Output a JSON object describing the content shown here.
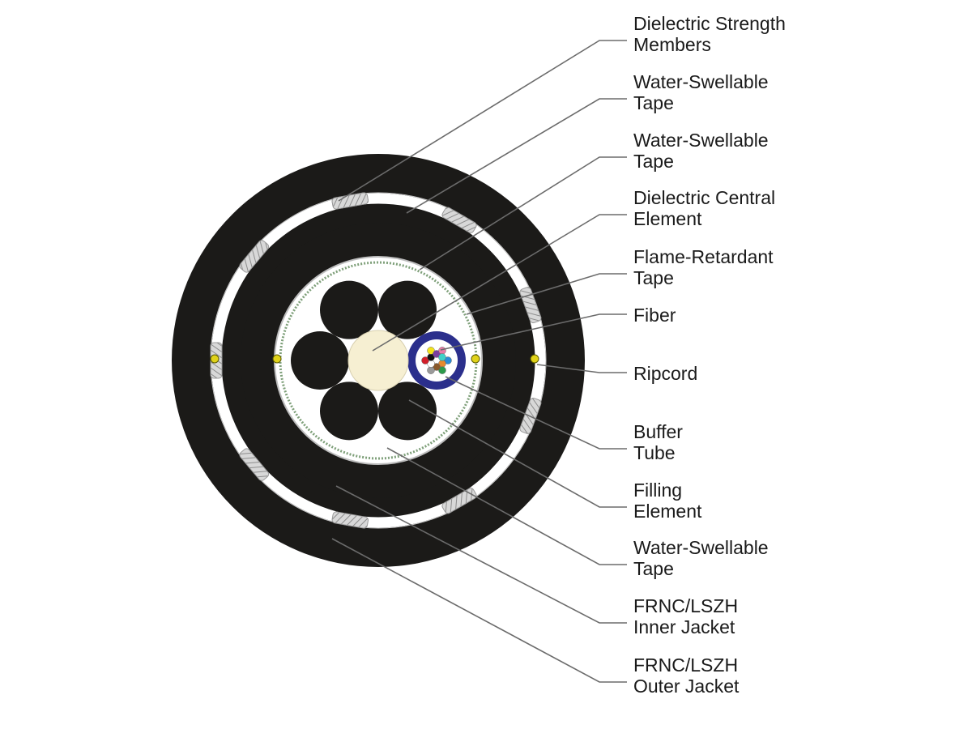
{
  "colors": {
    "jacket": "#1b1a18",
    "tape": "#ffffff",
    "tape_edge": "#c9c9c9",
    "strength_member": "#c9c9c9",
    "central_element": "#f6efd2",
    "buffer_tube": "#2b2f8c",
    "ripcord": "#e0d21a",
    "leader_line": "#6b6b6b"
  },
  "fiber_colors": [
    "#2a8bd6",
    "#e68a2e",
    "#2c9a4a",
    "#8a5a2b",
    "#9a9a9a",
    "#ffffff",
    "#d21f2a",
    "#111111",
    "#f2e21c",
    "#7a3fa0",
    "#e87aa8",
    "#3fd0c8"
  ],
  "labels": [
    {
      "lines": [
        "Dielectric Strength",
        "Members"
      ]
    },
    {
      "lines": [
        "Water-Swellable",
        "Tape"
      ]
    },
    {
      "lines": [
        "Water-Swellable",
        "Tape"
      ]
    },
    {
      "lines": [
        "Dielectric Central",
        "Element"
      ]
    },
    {
      "lines": [
        "Flame-Retardant",
        "Tape"
      ]
    },
    {
      "lines": [
        "Fiber"
      ]
    },
    {
      "lines": [
        "Ripcord"
      ]
    },
    {
      "lines": [
        "Buffer",
        "Tube"
      ]
    },
    {
      "lines": [
        "Filling",
        "Element"
      ]
    },
    {
      "lines": [
        "Water-Swellable",
        "Tape"
      ]
    },
    {
      "lines": [
        "FRNC/LSZH",
        "Inner Jacket"
      ]
    },
    {
      "lines": [
        "FRNC/LSZH",
        "Outer Jacket"
      ]
    }
  ]
}
